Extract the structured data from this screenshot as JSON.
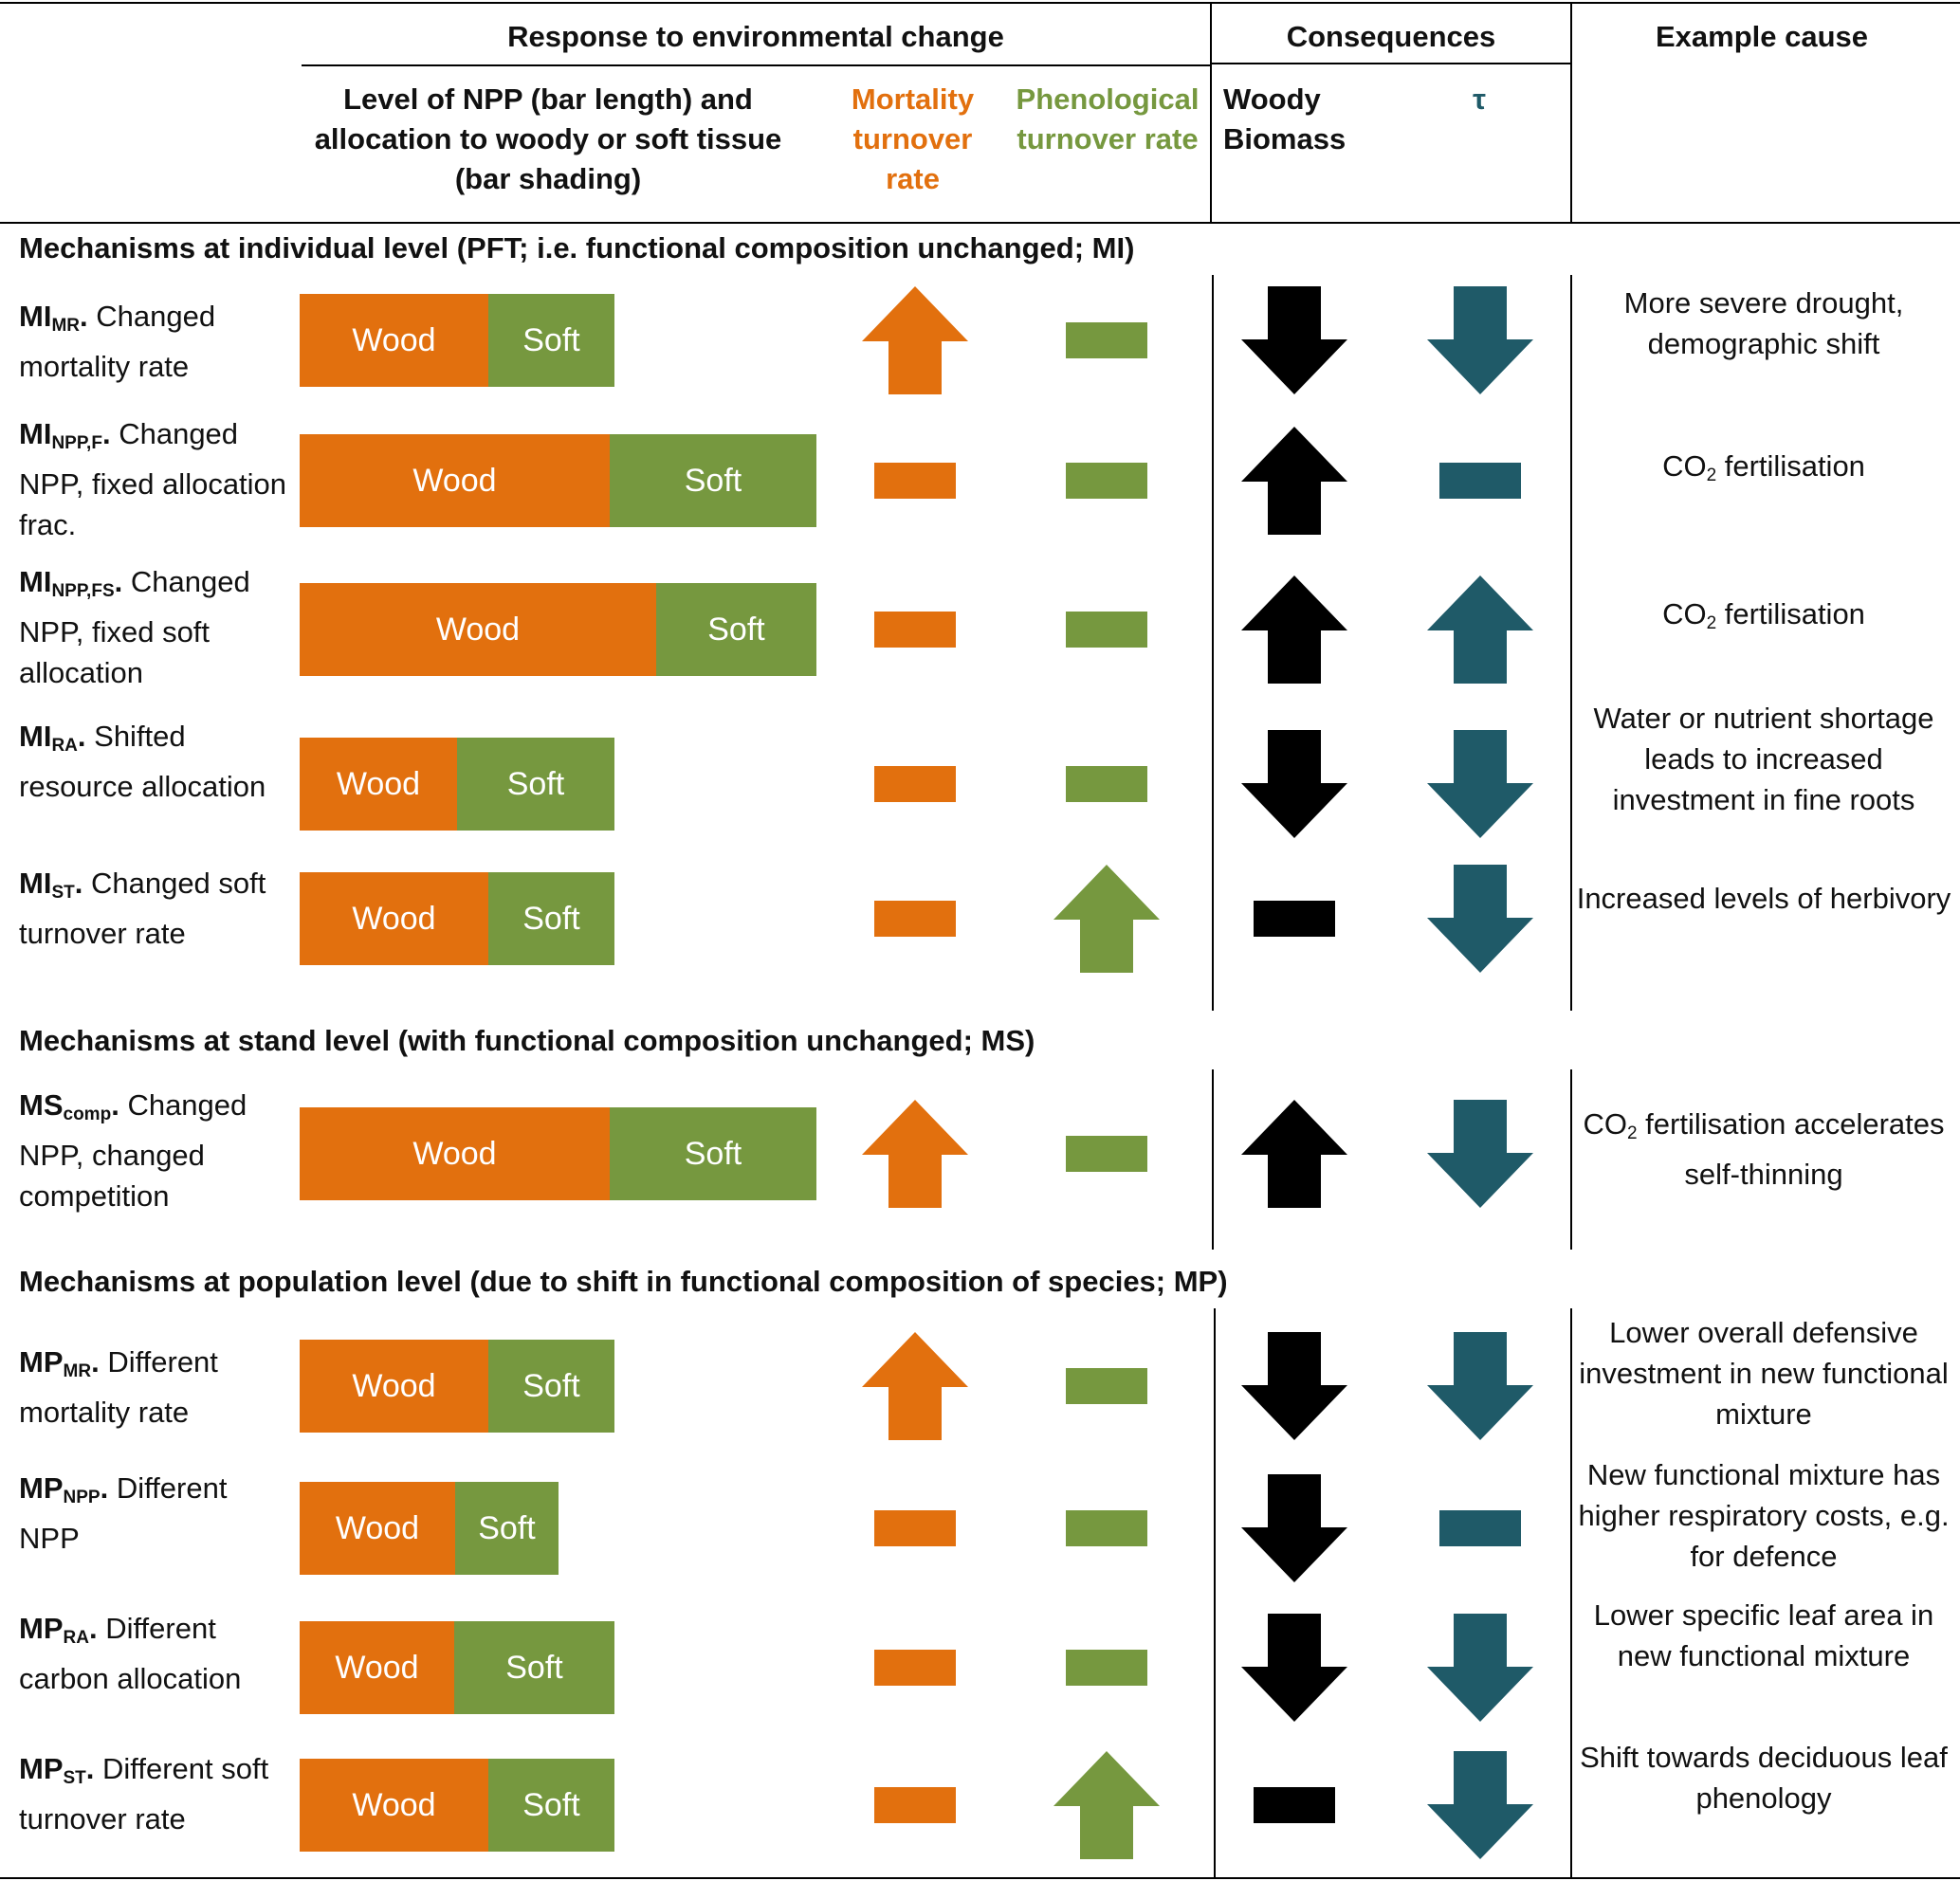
{
  "colors": {
    "wood": "#e2700e",
    "soft": "#76983f",
    "mortality": "#e2700e",
    "phenological": "#76983f",
    "woody_biomass": "#000000",
    "tau": "#1f5a68"
  },
  "header": {
    "response": "Response to environmental change",
    "consequences": "Consequences",
    "example_cause": "Example cause",
    "npp_col": "Level of NPP (bar length) and allocation to woody or soft tissue (bar shading)",
    "mortality_col": "Mortality turnover rate",
    "phenological_col": "Phenological turnover rate",
    "woody_biomass_col": "Woody Biomass",
    "tau_col": "τ"
  },
  "bar_labels": {
    "wood": "Wood",
    "soft": "Soft"
  },
  "sections": [
    {
      "title": "Mechanisms at individual level (PFT; i.e. functional composition unchanged; MI)",
      "rows": [
        {
          "code": "MI",
          "sub": "MR",
          "text": "Changed mortality rate",
          "npp": 0.61,
          "wood_frac": 0.6,
          "mortality": "up",
          "phenological": "none",
          "woody_biomass": "down",
          "tau": "down",
          "cause": "More severe drought, demographic shift"
        },
        {
          "code": "MI",
          "sub": "NPP,F",
          "text": "Changed NPP, fixed allocation frac.",
          "npp": 1.0,
          "wood_frac": 0.6,
          "mortality": "none",
          "phenological": "none",
          "woody_biomass": "up",
          "tau": "none",
          "cause_pre": "CO",
          "cause_sub": "2",
          "cause": " fertilisation"
        },
        {
          "code": "MI",
          "sub": "NPP,FS",
          "text": "Changed NPP, fixed soft allocation",
          "npp": 1.0,
          "wood_frac": 0.69,
          "mortality": "none",
          "phenological": "none",
          "woody_biomass": "up",
          "tau": "up",
          "cause_pre": "CO",
          "cause_sub": "2",
          "cause": " fertilisation"
        },
        {
          "code": "MI",
          "sub": "RA",
          "text": "Shifted resource allocation",
          "npp": 0.61,
          "wood_frac": 0.5,
          "mortality": "none",
          "phenological": "none",
          "woody_biomass": "down",
          "tau": "down",
          "cause": "Water or nutrient shortage leads to increased investment in fine roots"
        },
        {
          "code": "MI",
          "sub": "ST",
          "text": "Changed soft turnover rate",
          "npp": 0.61,
          "wood_frac": 0.6,
          "mortality": "none",
          "phenological": "up",
          "woody_biomass": "none",
          "tau": "down",
          "cause": "Increased levels of herbivory"
        }
      ]
    },
    {
      "title": "Mechanisms at stand level (with functional composition unchanged; MS)",
      "rows": [
        {
          "code": "MS",
          "sub": "comp",
          "text": "Changed NPP, changed competition",
          "npp": 1.0,
          "wood_frac": 0.6,
          "mortality": "up",
          "phenological": "none",
          "woody_biomass": "up",
          "tau": "down",
          "cause_pre": "CO",
          "cause_sub": "2",
          "cause": " fertilisation accelerates self-thinning"
        }
      ]
    },
    {
      "title": "Mechanisms at population level (due to shift in functional composition of species; MP)",
      "rows": [
        {
          "code": "MP",
          "sub": "MR",
          "text": "Different mortality rate",
          "npp": 0.61,
          "wood_frac": 0.6,
          "mortality": "up",
          "phenological": "none",
          "woody_biomass": "down",
          "tau": "down",
          "cause": "Lower overall defensive investment in new functional mixture"
        },
        {
          "code": "MP",
          "sub": "NPP",
          "text": "Different NPP",
          "npp": 0.5,
          "wood_frac": 0.6,
          "mortality": "none",
          "phenological": "none",
          "woody_biomass": "down",
          "tau": "none",
          "cause": "New functional mixture has higher respiratory costs, e.g. for defence"
        },
        {
          "code": "MP",
          "sub": "RA",
          "text": "Different carbon allocation",
          "npp": 0.61,
          "wood_frac": 0.49,
          "mortality": "none",
          "phenological": "none",
          "woody_biomass": "down",
          "tau": "down",
          "cause": "Lower specific leaf area in new functional mixture"
        },
        {
          "code": "MP",
          "sub": "ST",
          "text": "Different soft turnover rate",
          "npp": 0.61,
          "wood_frac": 0.6,
          "mortality": "none",
          "phenological": "up",
          "woody_biomass": "none",
          "tau": "down",
          "cause": "Shift towards deciduous leaf phenology"
        }
      ]
    }
  ]
}
